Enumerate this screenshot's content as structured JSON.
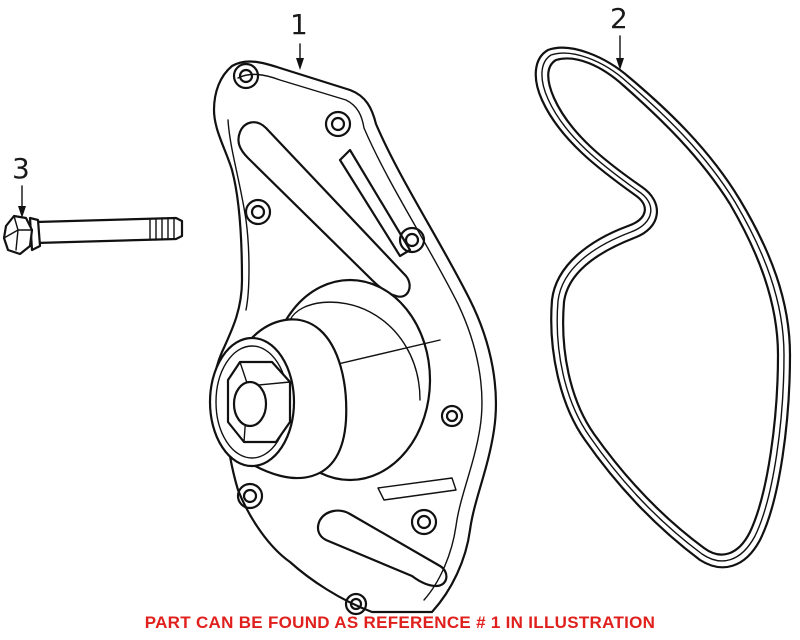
{
  "callouts": [
    {
      "id": "1",
      "label": "1"
    },
    {
      "id": "2",
      "label": "2"
    },
    {
      "id": "3",
      "label": "3"
    }
  ],
  "note": {
    "text": "PART CAN BE FOUND AS REFERENCE # 1 IN ILLUSTRATION",
    "color": "#e0201c"
  },
  "line_color": "#111111"
}
